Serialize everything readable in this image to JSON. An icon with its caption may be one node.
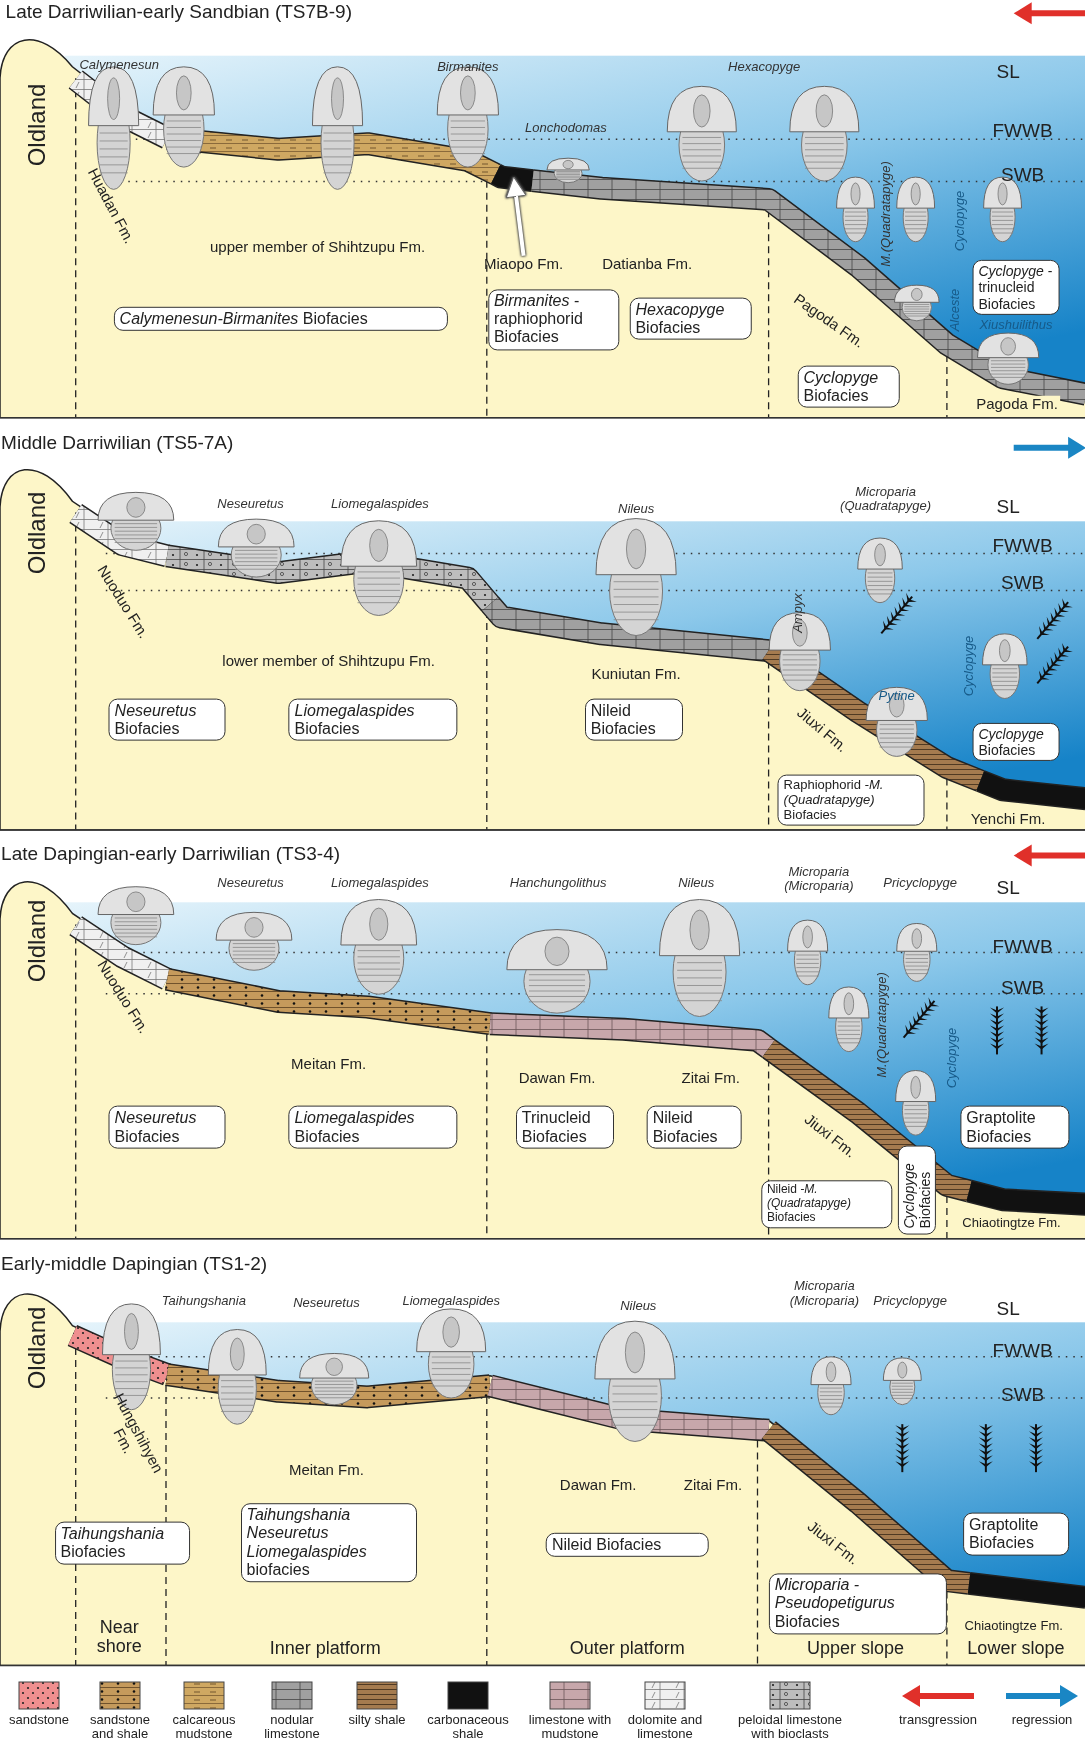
{
  "diagram": {
    "nodes": [
      {
        "text": [
          "*Calymenesun-Birmanites* Biofacies"
        ]
      },
      {
        "text": [
          "Miaopo Fm."
        ]
      },
      {
        "text": [
          "*Birmanites* -raphiophorid Biofacies"
        ]
      },
      {
        "text": [
          "*Hexacopyge* Biofacies"
        ]
      },
      {
        "text": [
          "*Cyclopyge* -trinucleid Biofacies"
        ]
      },
      {
        "text": [
          "*Cyclopyge* Biofacies"
        ]
      },
      {
        "text": [
          "*Neseuretus* Biofacies"
        ]
      },
      {
        "text": [
          "*Liomegalaspides* Biofacies"
        ]
      },
      {
        "text": [
          "Nileid Biofacies"
        ]
      },
      {
        "text": [
          "*Cyclopyge* Biofacies"
        ]
      },
      {
        "text": [
          "Raphiophorid *-M.(Quadratapyge)* Biofacies"
        ]
      },
      {
        "text": [
          "*Neseuretus* Biofacies"
        ]
      },
      {
        "text": [
          "*Liomegalaspides* Biofacies"
        ]
      },
      {
        "text": [
          "Trinucleid Biofacies"
        ]
      },
      {
        "text": [
          "Nileid Biofacies"
        ]
      },
      {
        "text": [
          "Graptolite Biofacies"
        ]
      },
      {
        "text": [
          "Nileid *-M.(Quadratapyge)* Biofacies"
        ]
      },
      {
        "text": [
          "*Cyclopyge* Biofacies"
        ]
      },
      {
        "text": [
          "*Taihungshania* Biofacies"
        ]
      },
      {
        "text": [
          "*Taihungshania Neseuretus Liomegalaspides* biofacies"
        ]
      },
      {
        "text": [
          "Nileid Biofacies"
        ]
      },
      {
        "text": [
          "Graptolite Biofacies"
        ]
      },
      {
        "text": [
          "*Microparia* *-Pseudopetigurus* Biofacies"
        ]
      },
      {
        "text": [],
        "shape": "bar"
      }
    ],
    "edges": [
      {
        "from": 1,
        "to": 23,
        "arrow": "to"
      }
    ],
    "labels": [
      "Late Darriwilian-early Sandbian (TS7B-9)",
      "Calymenesun",
      "Birmanites",
      "Hexacopyge",
      "SL",
      "Oldland",
      "Lonchodomas",
      "FWWB",
      "SWB",
      "Huadan Fm.",
      "upper member of Shihtzupu Fm.",
      "Datianba Fm.",
      "M.(Quadratapyge)",
      "Cyclopyge",
      "Pagoda Fm.",
      "Alceste",
      "Xiushuilithus",
      "Pagoda Fm.",
      "Middle Darriwilian (TS5-7A)",
      "Neseuretus",
      "Liomegalaspides",
      "Nileus",
      "Microparia (Quadratapyge)",
      "SL",
      "Oldland",
      "FWWB",
      "SWB",
      "Ampyx",
      "Nuoduo Fm.",
      "Cyclopyge",
      "lower member of Shihtzupu Fm.",
      "Kuniutan Fm.",
      "Pytine",
      "Jiuxi Fm.",
      "Yenchi Fm.",
      "Late Dapingian-early Darriwilian (TS3-4)",
      "Neseuretus",
      "Liomegalaspides",
      "Hanchungolithus",
      "Nileus",
      "Microparia (Microparia)",
      "Pricyclopyge",
      "SL",
      "Oldland",
      "FWWB",
      "SWB",
      "Nuoduo Fm.",
      "M.(Quadratapyge)",
      "Cyclopyge",
      "Meitan Fm.",
      "Dawan Fm.",
      "Zitai Fm.",
      "Jiuxi Fm.",
      "Chiaotingtze Fm.",
      "Early-middle Dapingian (TS1-2)",
      "Taihungshania",
      "Neseuretus",
      "Liomegalaspides",
      "Nileus",
      "Microparia (Microparia)",
      "Pricyclopyge",
      "SL",
      "Oldland",
      "FWWB",
      "SWB",
      "Hungshihyen Fm.",
      "Meitan Fm.",
      "Dawan Fm.",
      "Zitai Fm.",
      "Jiuxi Fm.",
      "Chiaotingtze Fm.",
      "Near shore",
      "Inner platform",
      "Outer platform",
      "Upper slope",
      "Lower slope"
    ],
    "legend": [
      {
        "text": "sandstone"
      },
      {
        "text": "sandstone and shale"
      },
      {
        "text": "calcareous mudstone"
      },
      {
        "text": "nodular limestone"
      },
      {
        "text": "silty shale"
      },
      {
        "text": "carbonaceous shale",
        "color": "#111111"
      },
      {
        "text": "limestone with mudstone"
      },
      {
        "text": "dolomite and limestone"
      },
      {
        "text": "peloidal limestone with bioclasts"
      },
      {
        "text": "transgression"
      },
      {
        "text": "regression"
      }
    ]
  }
}
